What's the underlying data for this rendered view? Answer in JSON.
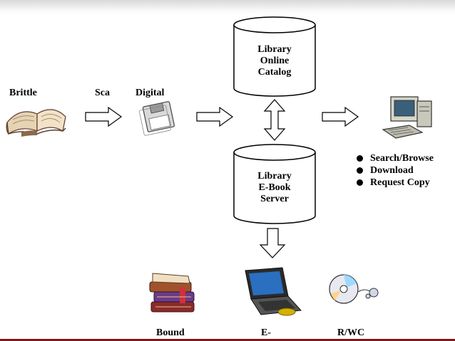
{
  "labels": {
    "brittle": "Brittle",
    "scan": "Sca",
    "digital": "Digital",
    "bound": "Bound",
    "ebook": "E-",
    "rwc": "R/WC"
  },
  "catalog": {
    "lines": [
      "Library",
      "Online",
      "Catalog"
    ]
  },
  "server": {
    "lines": [
      "Library",
      "E-Book",
      "Server"
    ]
  },
  "bullets": [
    "Search/Browse",
    "Download",
    "Request Copy"
  ],
  "colors": {
    "bottom_rule": "#7a1a1a",
    "top_band": "#d9d9d9"
  },
  "icons": [
    "open-book-icon",
    "floppy-disk-icon",
    "desktop-computer-icon",
    "stacked-books-icon",
    "laptop-icon",
    "cd-disc-icon"
  ]
}
